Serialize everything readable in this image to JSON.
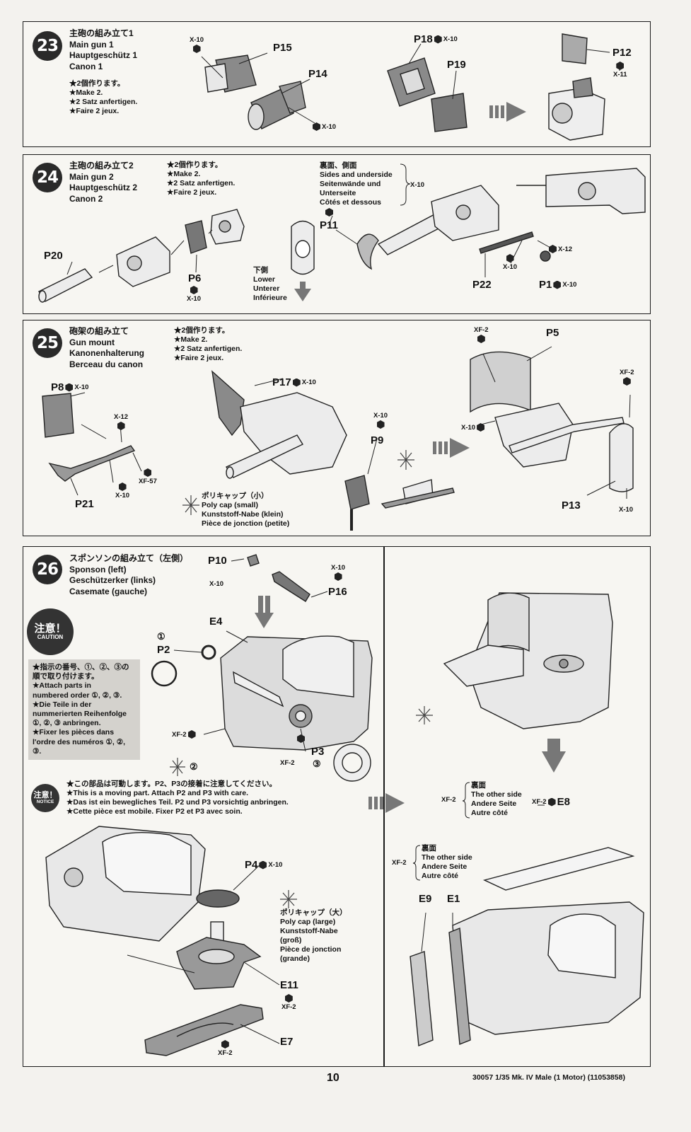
{
  "steps": {
    "s23": {
      "number": "23",
      "title": [
        "主砲の組み立て1",
        "Main gun 1",
        "Hauptgeschütz 1",
        "Canon 1"
      ],
      "note": [
        "★2個作ります。",
        "★Make 2.",
        "★2 Satz anfertigen.",
        "★Faire 2 jeux."
      ],
      "parts": {
        "p15": "P15",
        "p14": "P14",
        "p18": "P18",
        "p19": "P19",
        "p12": "P12"
      },
      "paints": {
        "a": "X-10",
        "b": "X-10",
        "c": "X-10",
        "d": "X-11"
      }
    },
    "s24": {
      "number": "24",
      "title": [
        "主砲の組み立て2",
        "Main gun 2",
        "Hauptgeschütz 2",
        "Canon 2"
      ],
      "note": [
        "★2個作ります。",
        "★Make 2.",
        "★2 Satz anfertigen.",
        "★Faire 2 jeux."
      ],
      "sides": [
        "裏面、側面",
        "Sides and underside",
        "Seitenwände und",
        "Unterseite",
        "Côtés et dessous"
      ],
      "sides_paint": "X-10",
      "lower": [
        "下側",
        "Lower",
        "Unterer",
        "Inférieure"
      ],
      "parts": {
        "p20": "P20",
        "p6": "P6",
        "p11": "P11",
        "p22": "P22",
        "p1": "P1"
      },
      "paints": {
        "p6": "X-10",
        "a": "X-10",
        "b": "X-12",
        "p1": "X-10"
      }
    },
    "s25": {
      "number": "25",
      "title": [
        "砲架の組み立て",
        "Gun mount",
        "Kanonenhalterung",
        "Berceau du canon"
      ],
      "note": [
        "★2個作ります。",
        "★Make 2.",
        "★2 Satz anfertigen.",
        "★Faire 2 jeux."
      ],
      "polycap": [
        "ポリキャップ（小）",
        "Poly cap (small)",
        "Kunststoff-Nabe (klein)",
        "Pièce de jonction (petite)"
      ],
      "parts": {
        "p8": "P8",
        "p17": "P17",
        "p9": "P9",
        "p21": "P21",
        "p5": "P5",
        "p13": "P13"
      },
      "paints": {
        "p8": "X-10",
        "x12": "X-12",
        "x10a": "X-10",
        "xf57": "XF-57",
        "p17": "X-10",
        "p9": "X-10",
        "xf2a": "XF-2",
        "xf2b": "XF-2",
        "x10b": "X-10",
        "p13": "X-10"
      }
    },
    "s26": {
      "number": "26",
      "title": [
        "スポンソンの組み立て（左側）",
        "Sponson (left)",
        "Geschützerker (links)",
        "Casemate (gauche)"
      ],
      "caution_icon": [
        "注意！",
        "CAUTION"
      ],
      "caution_text": [
        "★指示の番号、①、②、③の",
        "順で取り付けます。",
        "★Attach parts in",
        "numbered order ①, ②, ③.",
        "★Die Teile in der",
        "nummerierten Reihenfolge",
        "①, ②, ③ anbringen.",
        "★Fixer les pièces dans",
        "l'ordre des numéros ①, ②,",
        "③."
      ],
      "notice_icon": [
        "注意！",
        "NOTICE"
      ],
      "notice_text": [
        "★この部品は可動します。P2、P3の接着に注意してください。",
        "★This is a moving part. Attach P2 and P3 with care.",
        "★Das ist ein bewegliches Teil. P2 und P3 vorsichtig anbringen.",
        "★Cette pièce est mobile. Fixer P2 et P3 avec soin."
      ],
      "polycap": [
        "ポリキャップ（大）",
        "Poly cap (large)",
        "Kunststoff-Nabe",
        "(groß)",
        "Pièce de jonction",
        "(grande)"
      ],
      "other_side": [
        "裏面",
        "The other side",
        "Andere Seite",
        "Autre côté"
      ],
      "other_side_paint": "XF-2",
      "parts": {
        "p10": "P10",
        "p16": "P16",
        "e4": "E4",
        "p2": "P2",
        "p3": "P3",
        "p4": "P4",
        "e11": "E11",
        "e7": "E7",
        "e8": "E8",
        "e9": "E9",
        "e1": "E1"
      },
      "paints": {
        "p10": "X-10",
        "p16": "X-10",
        "xf2a": "XF-2",
        "p3": "XF-2",
        "p4": "X-10",
        "e11": "XF-2",
        "e7": "XF-2",
        "e8": "XF-2"
      },
      "circles": {
        "one": "①",
        "two": "②",
        "three": "③"
      }
    }
  },
  "page_number": "10",
  "footer": "30057  1/35 Mk. IV Male (1 Motor) (11053858)"
}
